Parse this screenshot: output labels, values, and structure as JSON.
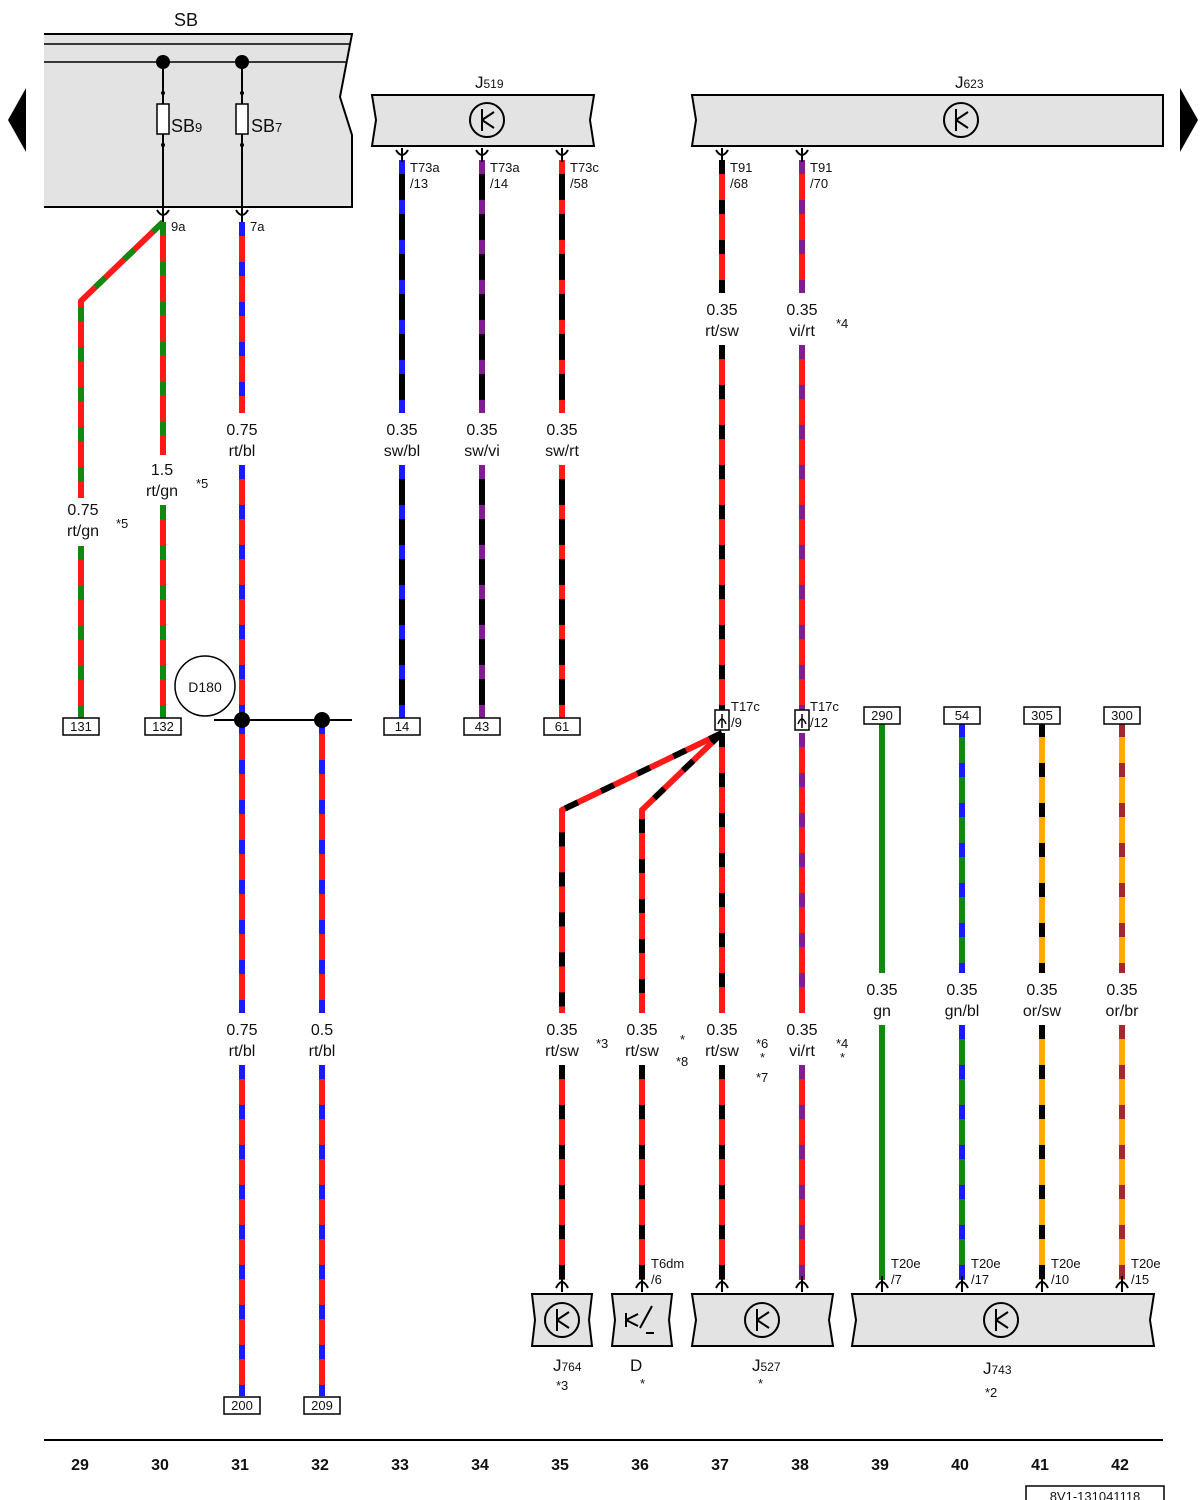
{
  "colors": {
    "rt": "#ff1a1a",
    "sw": "#000000",
    "bl": "#1a1aff",
    "gn": "#118811",
    "vi": "#7f1f8f",
    "or": "#ffaa00",
    "br": "#a0282e",
    "box": "#e3e3e3"
  },
  "header": {
    "sb_title": "SB",
    "j519": {
      "main": "J",
      "sub": "519"
    },
    "j623": {
      "main": "J",
      "sub": "623"
    }
  },
  "fuses": {
    "sb9": {
      "main": "SB",
      "sub": "9"
    },
    "sb7": {
      "main": "SB",
      "sub": "7"
    }
  },
  "pins": {
    "p9a": "9a",
    "p7a": "7a",
    "j519_1": [
      "T73a",
      "/13"
    ],
    "j519_2": [
      "T73a",
      "/14"
    ],
    "j519_3": [
      "T73c",
      "/58"
    ],
    "j623_1": [
      "T91",
      "/68"
    ],
    "j623_2": [
      "T91",
      "/70"
    ],
    "t17c_9": [
      "T17c",
      "/9"
    ],
    "t17c_12": [
      "T17c",
      "/12"
    ],
    "t6dm": [
      "T6dm",
      "/6"
    ],
    "t20e_7": [
      "T20e",
      "/7"
    ],
    "t20e_17": [
      "T20e",
      "/17"
    ],
    "t20e_10": [
      "T20e",
      "/10"
    ],
    "t20e_15": [
      "T20e",
      "/15"
    ]
  },
  "wires": {
    "w29": [
      "0.75",
      "rt/gn"
    ],
    "w30": [
      "1.5",
      "rt/gn"
    ],
    "w31a": [
      "0.75",
      "rt/bl"
    ],
    "w33": [
      "0.35",
      "sw/bl"
    ],
    "w34": [
      "0.35",
      "sw/vi"
    ],
    "w35a": [
      "0.35",
      "sw/rt"
    ],
    "w37a": [
      "0.35",
      "rt/sw"
    ],
    "w38a": [
      "0.35",
      "vi/rt"
    ],
    "w31b": [
      "0.75",
      "rt/bl"
    ],
    "w32": [
      "0.5",
      "rt/bl"
    ],
    "w35b": [
      "0.35",
      "rt/sw"
    ],
    "w36": [
      "0.35",
      "rt/sw"
    ],
    "w37b": [
      "0.35",
      "rt/sw"
    ],
    "w38b": [
      "0.35",
      "vi/rt"
    ],
    "w39": [
      "0.35",
      "gn"
    ],
    "w40": [
      "0.35",
      "gn/bl"
    ],
    "w41": [
      "0.35",
      "or/sw"
    ],
    "w42": [
      "0.35",
      "or/br"
    ]
  },
  "notes": {
    "n5a": "*5",
    "n5b": "*5",
    "n4a": "*4",
    "n3": "*3",
    "n8a": "*",
    "n8b": "*8",
    "n6": "*6",
    "n7a": "*",
    "n7b": "*7",
    "n4b": "*4",
    "n4c": "*"
  },
  "refs": {
    "r131": "131",
    "r132": "132",
    "r14": "14",
    "r43": "43",
    "r61": "61",
    "r290": "290",
    "r54": "54",
    "r305": "305",
    "r300": "300",
    "r200": "200",
    "r209": "209"
  },
  "splice": "D180",
  "components": {
    "j764": {
      "main": "J",
      "sub": "764",
      "note": "*3"
    },
    "d": {
      "main": "D",
      "note": "*"
    },
    "j527": {
      "main": "J",
      "sub": "527",
      "note": "*"
    },
    "j743": {
      "main": "J",
      "sub": "743",
      "note": "*2"
    }
  },
  "columns": [
    "29",
    "30",
    "31",
    "32",
    "33",
    "34",
    "35",
    "36",
    "37",
    "38",
    "39",
    "40",
    "41",
    "42"
  ],
  "doc_id": "8V1-131041118"
}
